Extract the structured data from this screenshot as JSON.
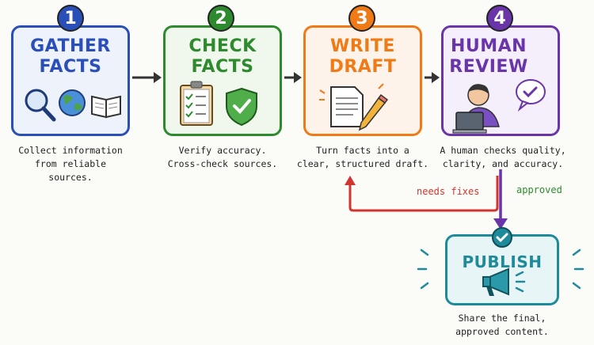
{
  "steps": [
    {
      "number": "1",
      "title_line1": "GATHER",
      "title_line2": "FACTS",
      "desc_line1": "Collect information",
      "desc_line2": "from reliable sources.",
      "color": "#2a4fb8",
      "bg": "#eef2fb"
    },
    {
      "number": "2",
      "title_line1": "CHECK",
      "title_line2": "FACTS",
      "desc_line1": "Verify accuracy.",
      "desc_line2": "Cross-check sources.",
      "color": "#2e8a2e",
      "bg": "#f0f7ec"
    },
    {
      "number": "3",
      "title_line1": "WRITE",
      "title_line2": "DRAFT",
      "desc_line1": "Turn facts into a",
      "desc_line2": "clear, structured draft.",
      "color": "#ef7a16",
      "bg": "#fdf3ea"
    },
    {
      "number": "4",
      "title_line1": "HUMAN",
      "title_line2": "REVIEW",
      "desc_line1": "A human checks quality,",
      "desc_line2": "clarity, and accuracy.",
      "color": "#6a35a8",
      "bg": "#f4effa"
    }
  ],
  "publish": {
    "title": "PUBLISH",
    "desc_line1": "Share the final,",
    "desc_line2": "approved content.",
    "color": "#1f8a9a",
    "bg": "#e8f5f6"
  },
  "edges": {
    "needs_fixes": "needs fixes",
    "approved": "approved",
    "needs_fixes_color": "#d2352f",
    "approved_color": "#2e8a2e",
    "arrow_color": "#333333"
  }
}
